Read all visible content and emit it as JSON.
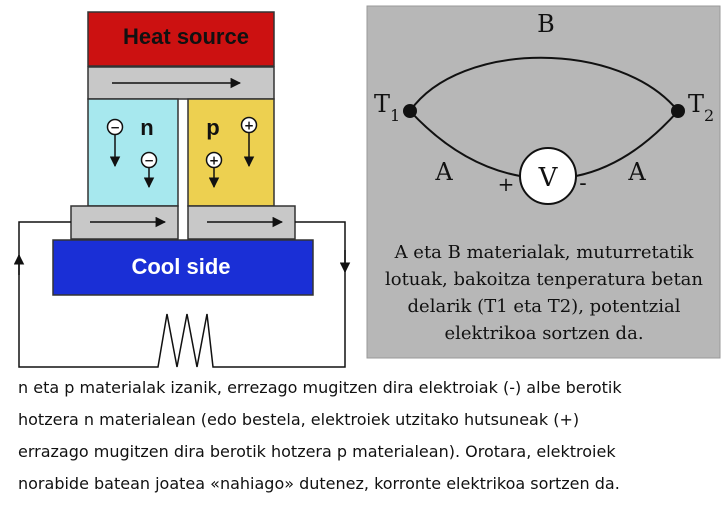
{
  "thermo": {
    "heat_label": "Heat source",
    "cool_label": "Cool side",
    "n_label": "n",
    "p_label": "p",
    "minus_sign": "−",
    "plus_sign": "+"
  },
  "circuit": {
    "b_label": "B",
    "a_left_label": "A",
    "a_right_label": "A",
    "t1_letter": "T",
    "t1_sub": "1",
    "t2_letter": "T",
    "t2_sub": "2",
    "voltmeter_label": "V",
    "plus_label": "+",
    "minus_label": "-",
    "description_lines": [
      "A eta B materialak, muturretatik",
      "lotuak, bakoitza tenperatura betan",
      "delarik (T1 eta T2), potentzial",
      "elektrikoa sortzen da."
    ]
  },
  "caption_lines": [
    "n eta p materialak izanik, errezago mugitzen dira elektroiak (-) albe berotik",
    "hotzera n materialean (edo bestela, elektroiek utzitako hutsuneak (+)",
    "errazago mugitzen dira berotik hotzera p materialean). Orotara, elektroiek",
    "norabide batean joatea «nahiago» dutenez, korronte elektrikoa sortzen da."
  ],
  "colors": {
    "heat": "#cc1111",
    "cool": "#1a2fd6",
    "n_material": "#a7e8ee",
    "p_material": "#edd050",
    "plate": "#c8c8c8",
    "circuit_panel": "#b7b7b7"
  }
}
